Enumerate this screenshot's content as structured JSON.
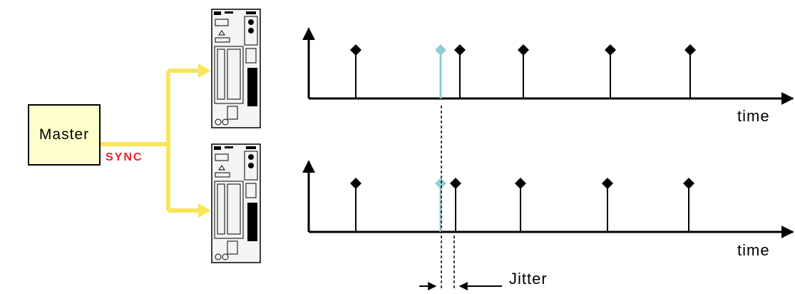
{
  "master": {
    "label": "Master"
  },
  "sync": {
    "label": "SYNC"
  },
  "axes": [
    {
      "x_label": "time"
    },
    {
      "x_label": "time"
    }
  ],
  "jitter": {
    "label": "Jitter"
  },
  "colors": {
    "sync_line": "#f9e55b",
    "master_fill": "#ffffcc",
    "sync_text": "#e8212b",
    "reference_pulse": "#8ecfd1",
    "pulse": "#000000"
  },
  "icons": [
    "servo-drive-icon",
    "servo-drive-icon",
    "arrow-icon"
  ]
}
